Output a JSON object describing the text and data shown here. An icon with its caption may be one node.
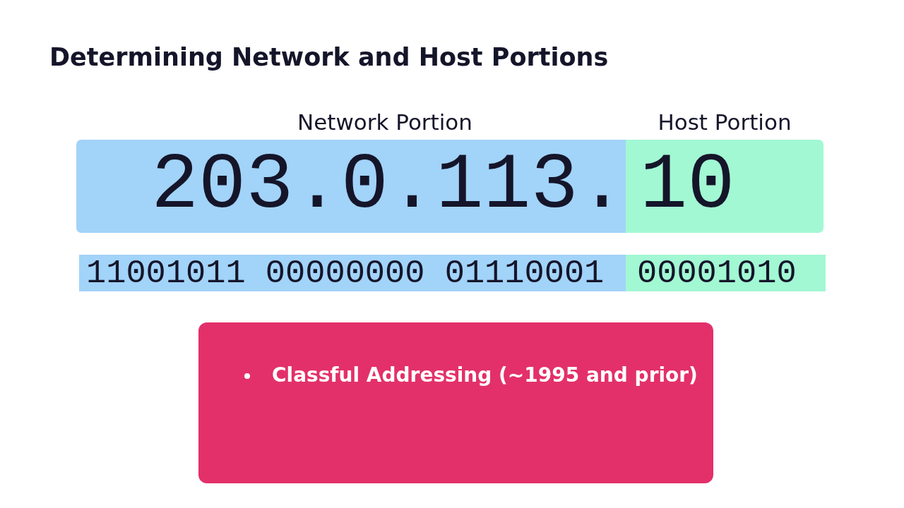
{
  "diagram": {
    "title": "Determining Network and Host Portions",
    "nodes": [
      {
        "text": [
          "Network Portion",
          "203.0.113."
        ]
      },
      {
        "text": [
          "Host Portion",
          "10"
        ]
      },
      {
        "text": [
          "11001011 00000000 01110001"
        ]
      },
      {
        "text": [
          "00001010"
        ]
      },
      {
        "text": [
          "Classful Addressing (~1995 and prior)"
        ]
      }
    ]
  }
}
